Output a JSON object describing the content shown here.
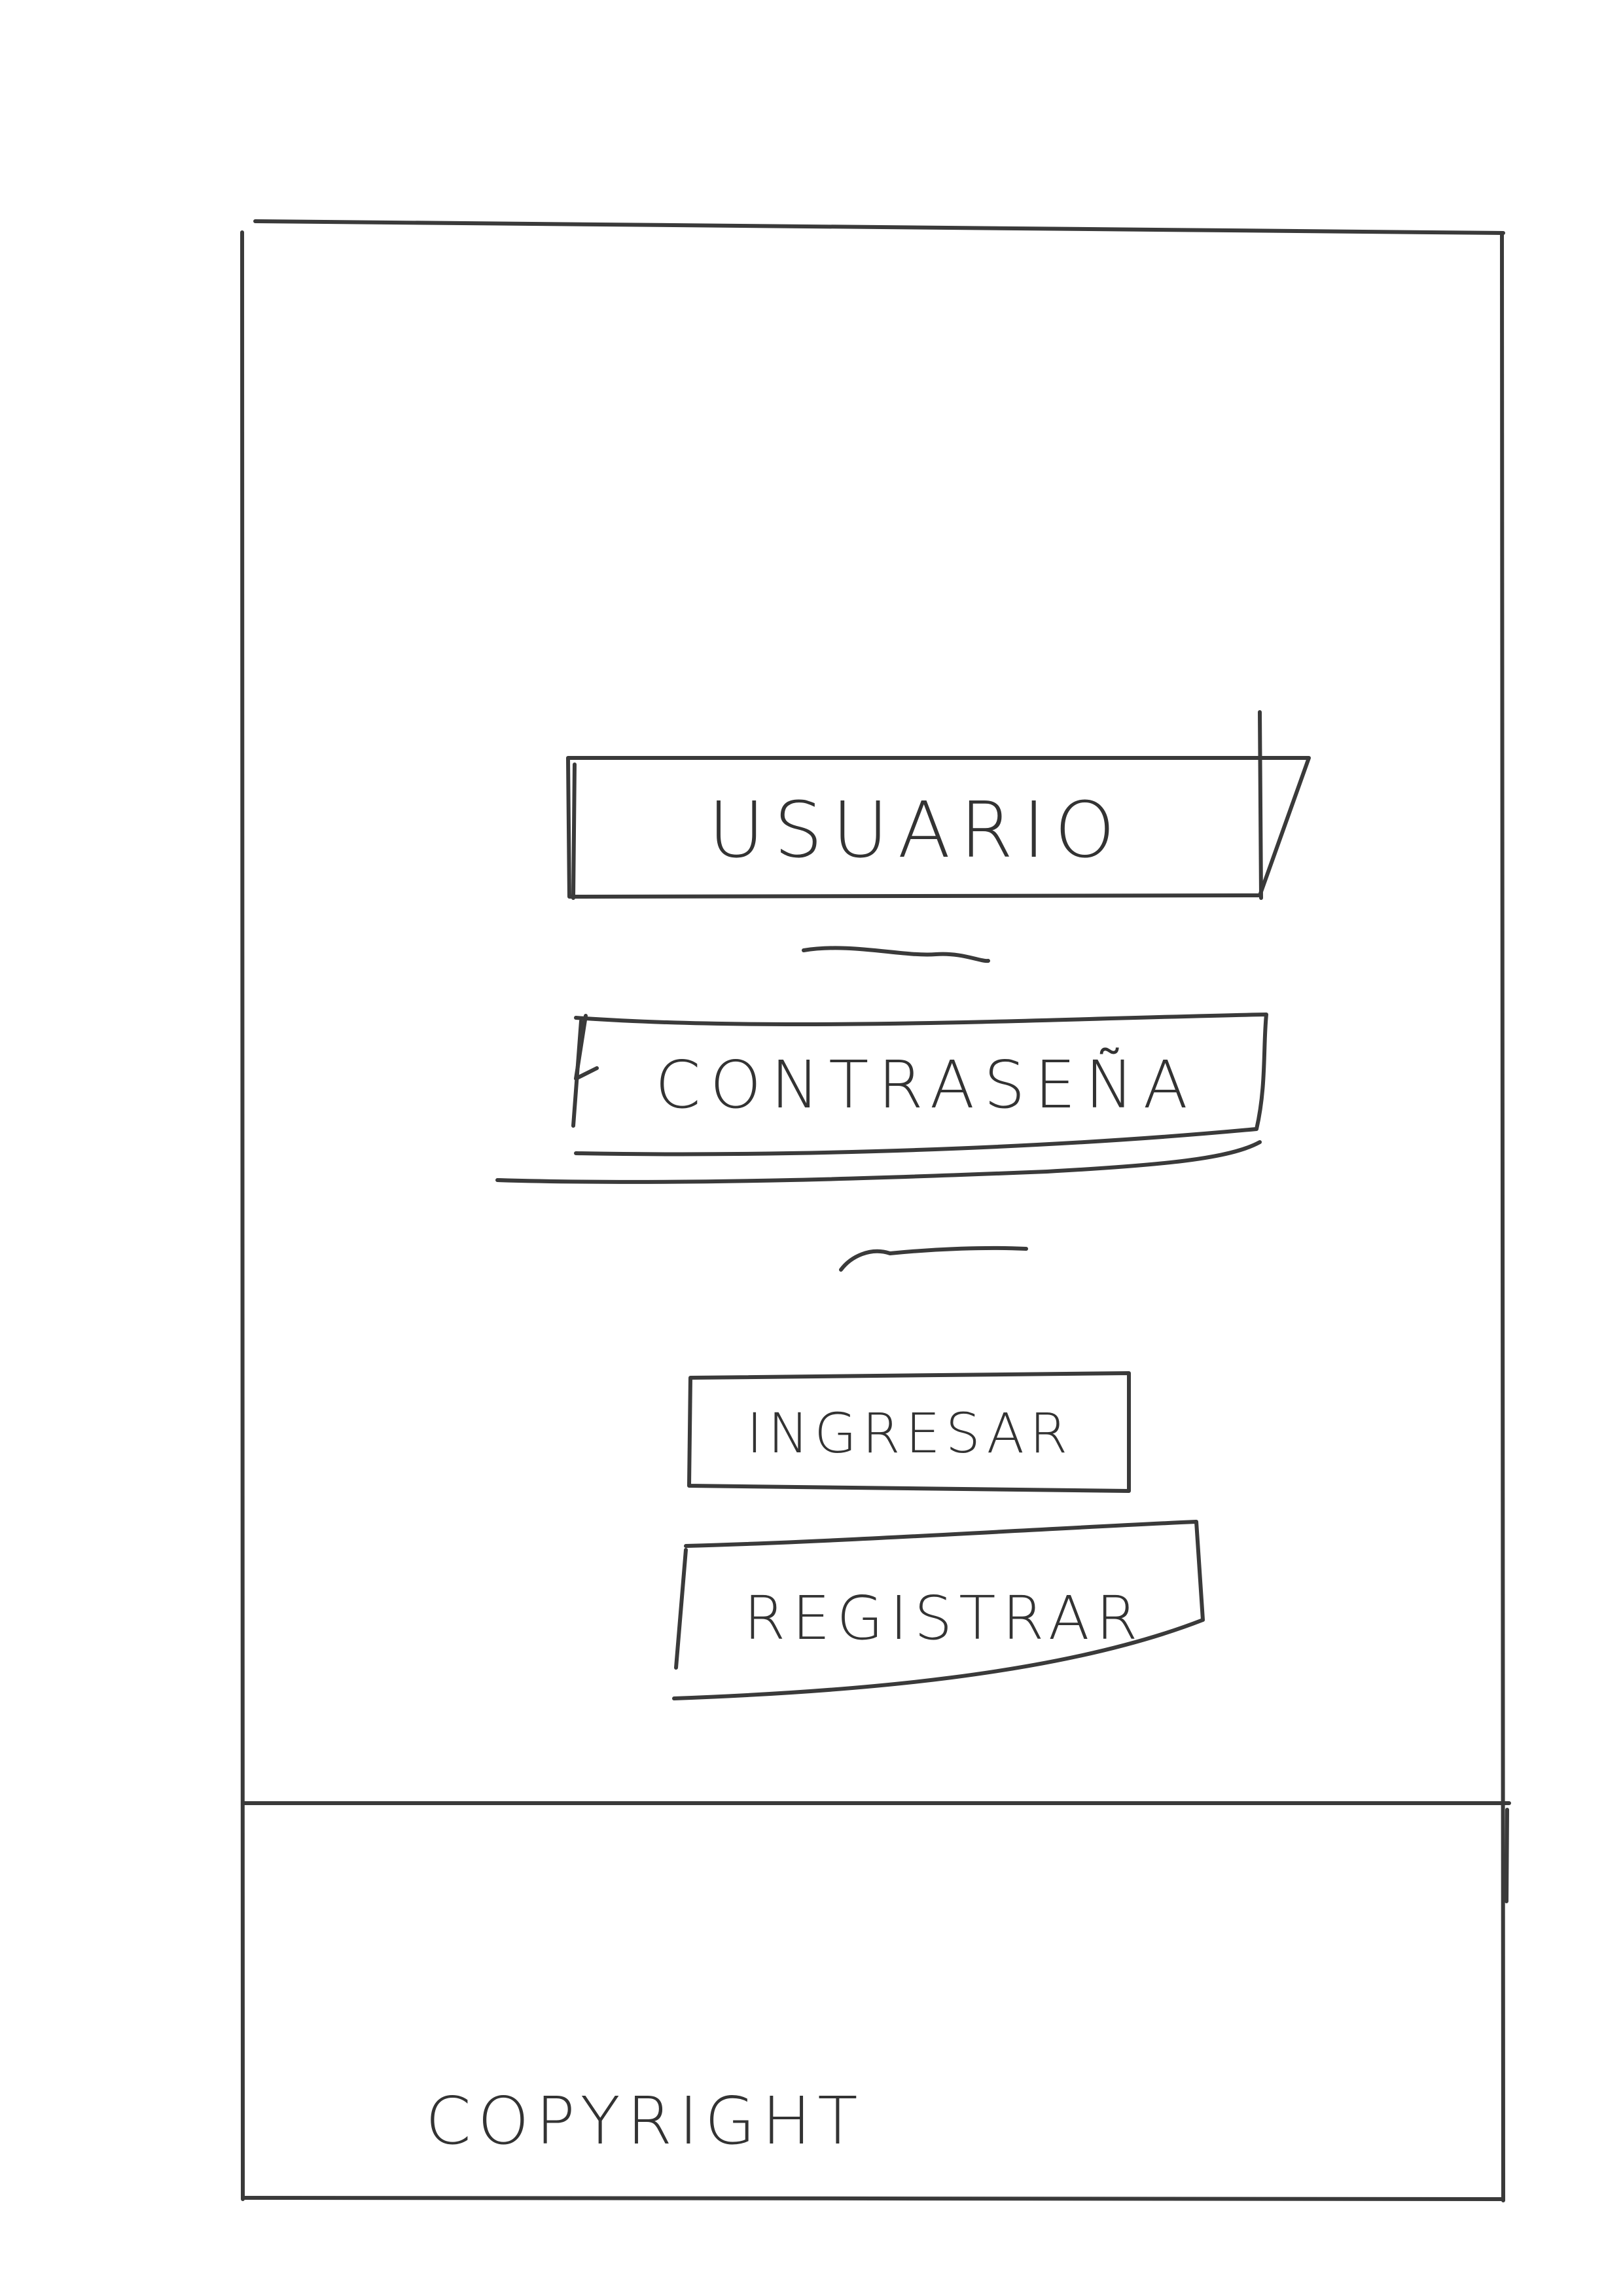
{
  "login_form": {
    "username_label": "USUARIO",
    "password_label": "CONTRASEÑA",
    "login_button_label": "INGRESAR",
    "register_button_label": "REGISTRAR"
  },
  "footer": {
    "copyright_label": "COPYRIGHT"
  },
  "style": {
    "ink_color": "#3a3a3a",
    "background_color": "#ffffff"
  }
}
